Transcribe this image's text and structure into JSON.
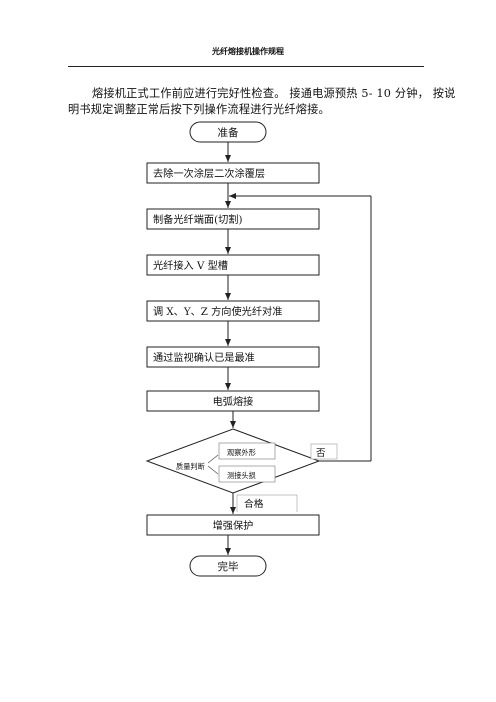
{
  "header": {
    "title": "光纤熔接机操作规程"
  },
  "intro": {
    "line1": "熔接机正式工作前应进行完好性检查。 接通电源预热 5- 10 分钟， 按说",
    "line2": "明书规定调整正常后按下列操作流程进行光纤熔接。"
  },
  "flowchart": {
    "start": "准备",
    "steps": [
      "去除一次涂层二次涂覆层",
      "制备光纤端面(切割)",
      "光纤接入 V 型槽",
      "调 X、Y、Z 方向使光纤对准",
      "通过监视确认已是最准",
      "电弧熔接"
    ],
    "decision": {
      "label": "质量判断",
      "check1": "观察外形",
      "check2": "测接头损",
      "no_label": "否",
      "yes_label": "合格"
    },
    "final_step": "增强保护",
    "end": "完毕"
  }
}
